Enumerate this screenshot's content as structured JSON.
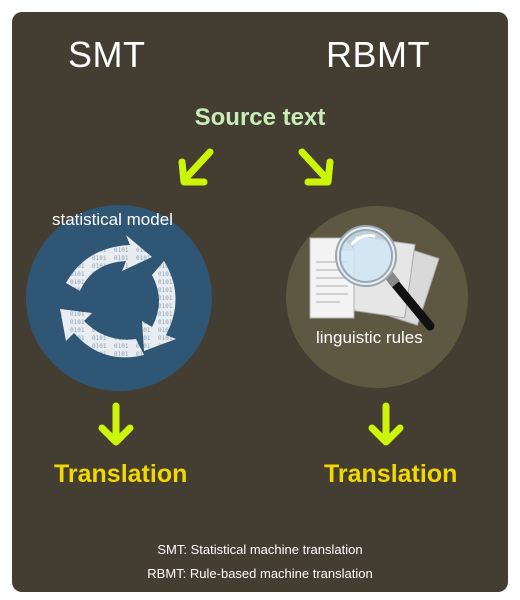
{
  "headings": {
    "smt": "SMT",
    "rbmt": "RBMT"
  },
  "source": "Source text",
  "smt_branch": {
    "label": "statistical model",
    "output": "Translation"
  },
  "rbmt_branch": {
    "label": "linguistic rules",
    "output": "Translation"
  },
  "legend": {
    "smt": "SMT: Statistical machine translation",
    "rbmt": "RBMT: Rule-based machine translation"
  },
  "colors": {
    "panel": "#433d32",
    "arrow": "#ccf50a",
    "source_text": "#c8edb8",
    "translation": "#f0d800",
    "smt_circle": "#2f5674",
    "rbmt_circle": "#5e5842"
  },
  "icons": {
    "smt": "recycle-arrows-binary-icon",
    "rbmt": "documents-magnifier-icon"
  }
}
